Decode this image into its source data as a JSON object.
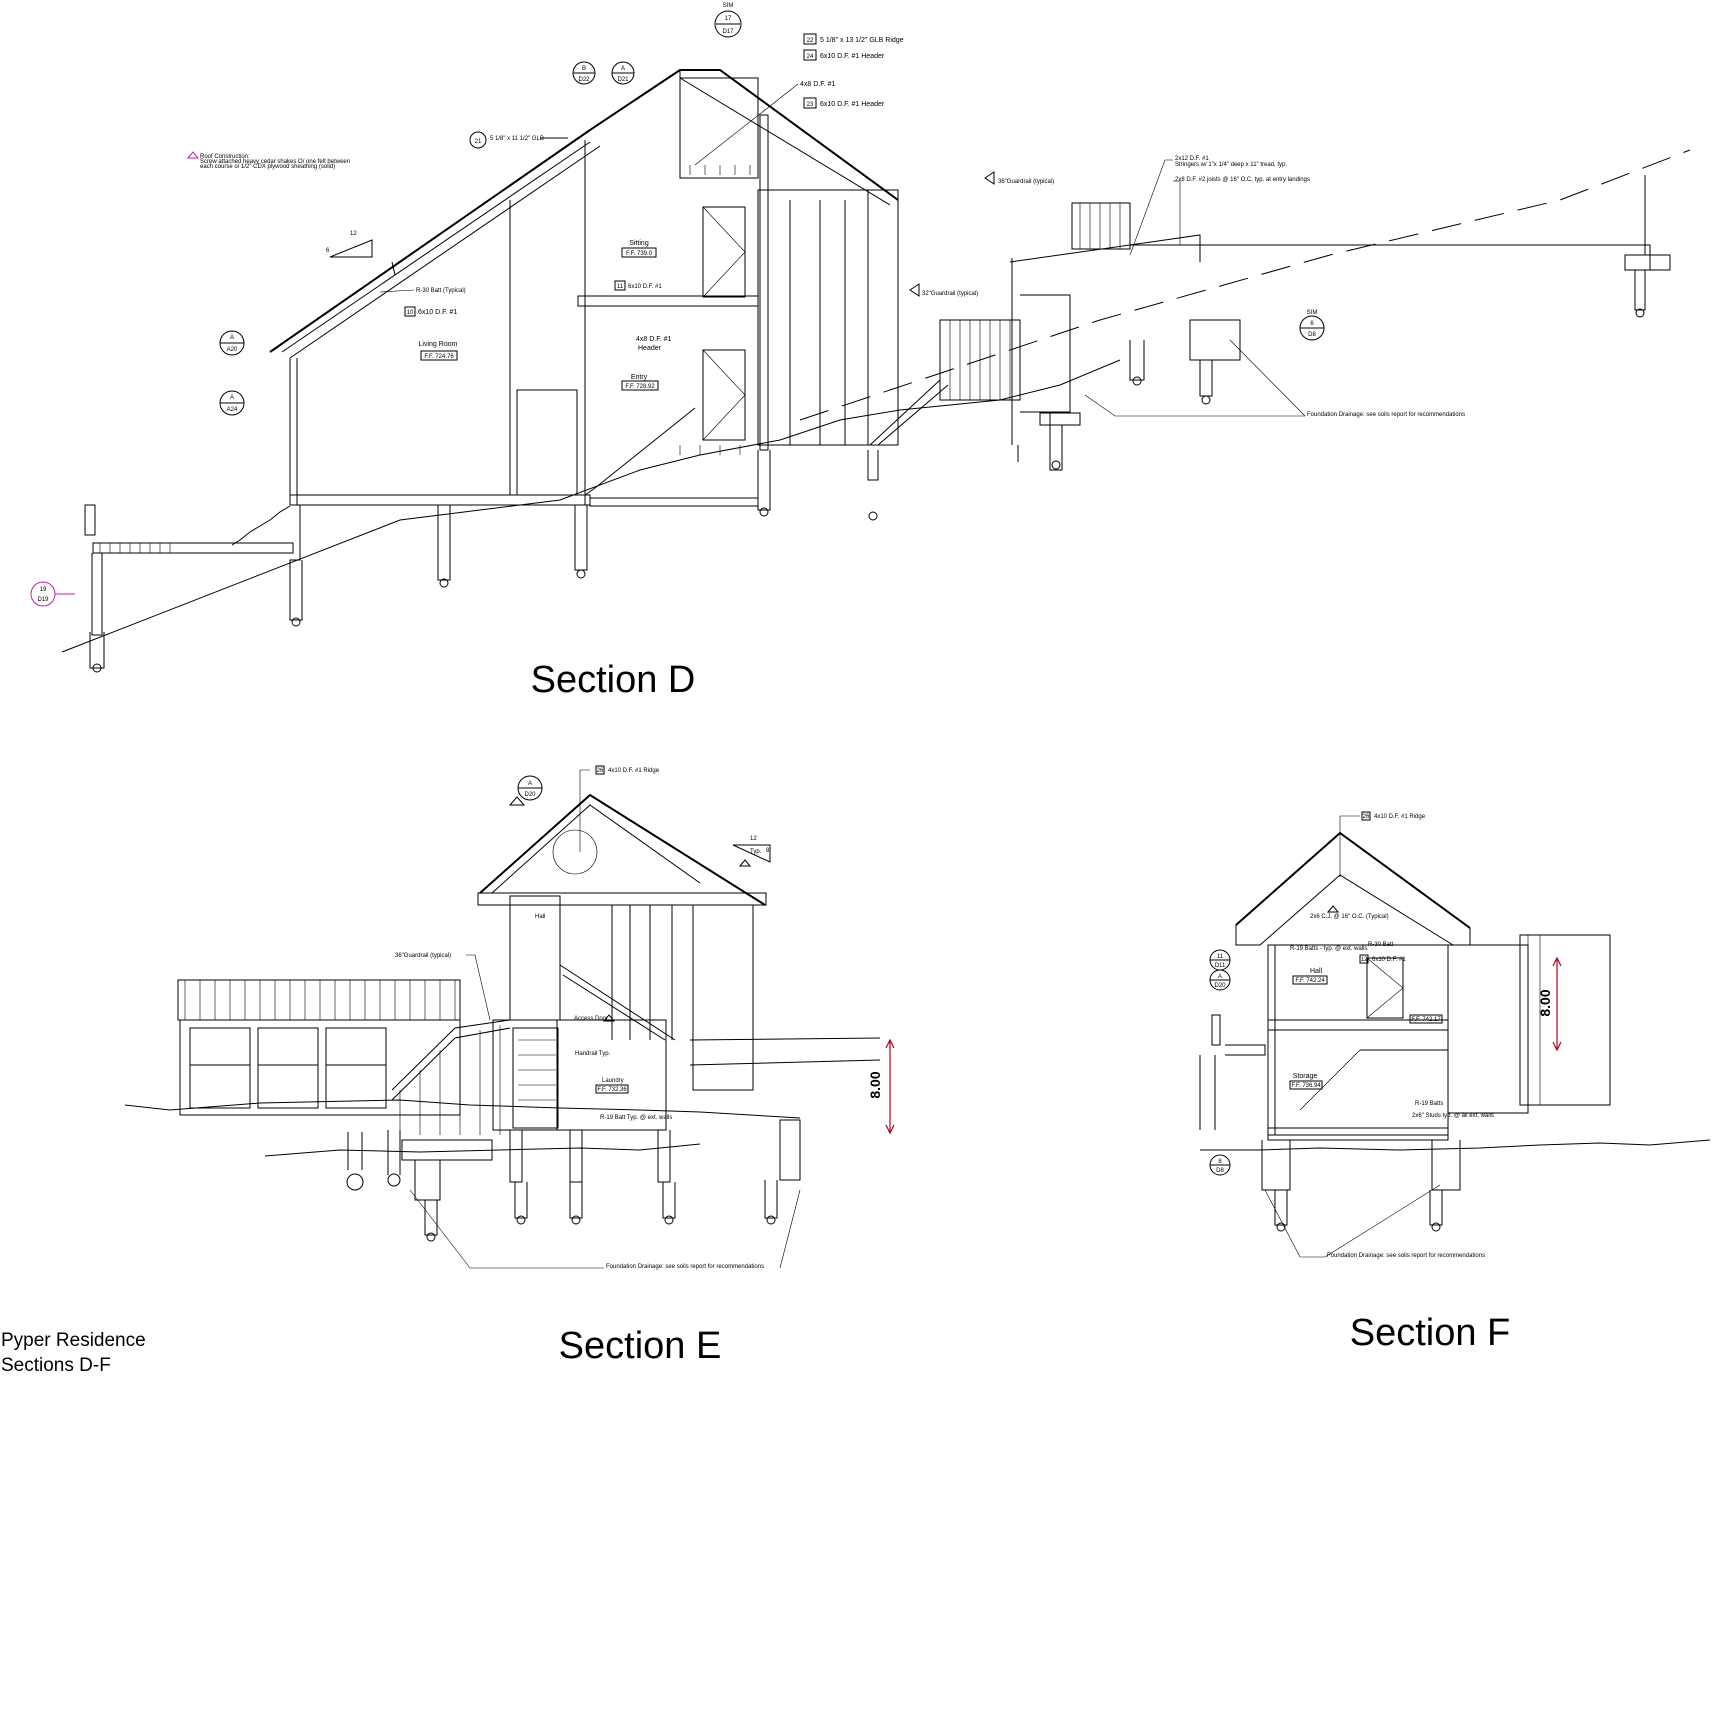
{
  "sheet": {
    "project": "Pyper Residence",
    "subtitle": "Sections D-F",
    "colors": {
      "line": "#000000",
      "revision_cloud": "#c01fb0",
      "dimension": "#b3001b",
      "background": "#ffffff"
    }
  },
  "section_d": {
    "title": "Section D",
    "rooms": [
      {
        "name": "Sitting",
        "ff": "F.F. 739.0"
      },
      {
        "name": "Living Room",
        "ff": "F.F. 724.76"
      },
      {
        "name": "Entry",
        "ff": "F.F. 728.92"
      }
    ],
    "callouts": [
      {
        "num": "22",
        "text": "5 1/8\" x 13 1/2\" GLB Ridge"
      },
      {
        "num": "24",
        "text": "6x10 D.F. #1 Header"
      },
      {
        "num": "23",
        "text": "6x10 D.F. #1 Header"
      },
      {
        "num": "10",
        "text": "6x10 D.F. #1"
      },
      {
        "num": "11",
        "text": "6x10 D.F. #1"
      },
      {
        "num": "21",
        "text": "5 1/8\" x 11 1/2\" GLB"
      }
    ],
    "notes": {
      "header_4x8": "4x8 D.F. #1",
      "header_4x8_b": "4x8 D.F. #1",
      "header_word": "Header",
      "batt": "R-30 Batt (Typical)",
      "guard36": "36\"Guardrail (typical)",
      "guard32": "32\"Guardrail (typical)",
      "stair": "2x12 D.F. #1",
      "stair_b": "Stringers w/ 1\"x 1/4\" deep x 11\" tread, typ.",
      "joists": "2x8 D.F. #2 joists @ 16\" O.C. typ. at entry landings",
      "foundation": "Foundation Drainage: see soils report for recommendations",
      "roof1": "Roof Construction:",
      "roof2": "Screw attached heavy cedar shakes O/ one felt between",
      "roof3": "each course o/ 1/2\" CDX plywood sheathing (solid)"
    },
    "slope": {
      "rise": "12",
      "run": "6"
    },
    "tags": [
      {
        "top": "SIM",
        "num": "17",
        "sheet": "D17"
      },
      {
        "top": "",
        "num": "B",
        "sheet": "D22"
      },
      {
        "top": "",
        "num": "A",
        "sheet": "D21"
      },
      {
        "top": "",
        "num": "A",
        "sheet": "A20"
      },
      {
        "top": "",
        "num": "A",
        "sheet": "A24"
      },
      {
        "top": "",
        "num": "19",
        "sheet": "D19"
      },
      {
        "top": "SIM",
        "num": "6",
        "sheet": "D8"
      }
    ]
  },
  "section_e": {
    "title": "Section E",
    "rooms": [
      {
        "name": "Hall",
        "ff": ""
      },
      {
        "name": "Laundry",
        "ff": "F.F. 732.36"
      }
    ],
    "notes": {
      "ridge": "4x10 D.F. #1 Ridge",
      "ridge_num": "26",
      "guard": "36\"Guardrail (typical)",
      "access": "Access Door",
      "handrail": "Handrail Typ.",
      "batt": "R-19 Batt Typ. @ ext. walls",
      "foundation": "Foundation Drainage: see soils report for recommendations",
      "slope_rise": "12",
      "slope_label": "Typ.",
      "slope_run": "8"
    },
    "dimension": "8.00",
    "tag": {
      "num": "A",
      "sheet": "D20"
    }
  },
  "section_f": {
    "title": "Section F",
    "rooms": [
      {
        "name": "Hall",
        "ff": "F.F. 742.24"
      },
      {
        "name": "Storage",
        "ff": "F.F. 736.94"
      }
    ],
    "notes": {
      "ridge": "4x10 D.F. #1 Ridge",
      "ridge_num": "26",
      "cj": "2x6 C.J. @ 16\" O.C. (Typical)",
      "batt30": "R-30 Batt",
      "batt19": "R-19 Batts - typ. @ ext. walls",
      "header": "6x10 D.F. #1",
      "header_num": "12",
      "ff2": "F.F. 742.17",
      "batt19b": "R-19 Batts",
      "studs": "2x6\" Studs typ. @ all ext. walls",
      "foundation": "Foundation Drainage: see soils report for recommendations"
    },
    "dimension": "8.00",
    "tags": [
      {
        "num": "11",
        "sheet": "D11"
      },
      {
        "num": "A",
        "sheet": "D20"
      },
      {
        "num": "8",
        "sheet": "D8"
      }
    ]
  }
}
